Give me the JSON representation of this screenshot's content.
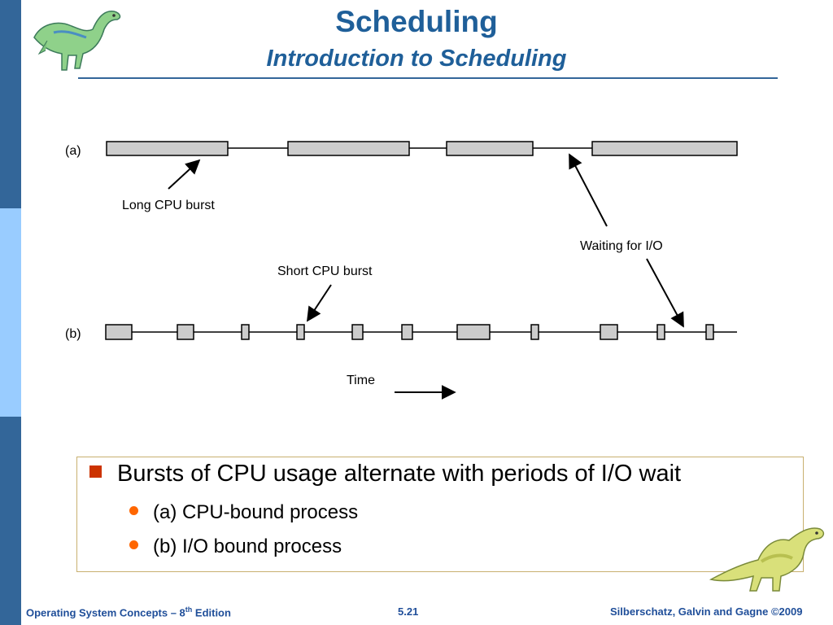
{
  "slide": {
    "title": "Scheduling",
    "subtitle": "Introduction to Scheduling"
  },
  "diagram": {
    "label_a": "(a)",
    "label_b": "(b)",
    "long_burst_label": "Long CPU burst",
    "waiting_label": "Waiting for I/O",
    "short_burst_label": "Short CPU burst",
    "time_label": "Time"
  },
  "bullets": {
    "main": "Bursts of CPU usage alternate with periods of I/O wait",
    "sub": [
      "(a) CPU-bound process",
      "(b) I/O bound process"
    ]
  },
  "footer": {
    "left_prefix": "Operating System Concepts – 8",
    "left_sup": "th",
    "left_suffix": " Edition",
    "page_number": "5.21",
    "copyright": "Silberschatz, Galvin and Gagne ©2009"
  },
  "colors": {
    "title": "#1f5f99",
    "sidebar_dark": "#336699",
    "sidebar_light": "#99ccff",
    "bullet_square": "#cc3300",
    "bullet_dot": "#ff6600",
    "burst_fill": "#cccccc"
  },
  "icons": {
    "top_left": "dinosaur-logo-icon",
    "bottom_right": "dinosaur-illustration-icon"
  }
}
